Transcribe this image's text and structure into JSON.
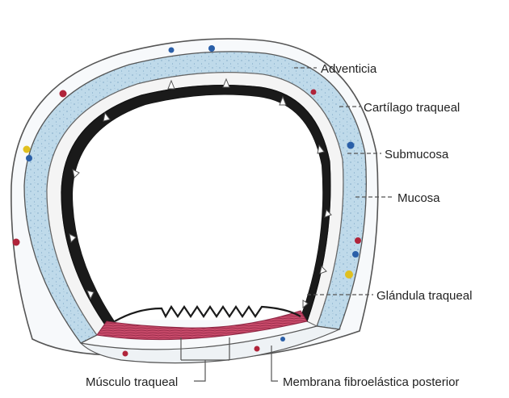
{
  "labels": {
    "adventicia": "Adventicia",
    "cartilago": "Cartílago traqueal",
    "submucosa": "Submucosa",
    "mucosa": "Mucosa",
    "glandula": "Glándula traqueal",
    "musculo": "Músculo traqueal",
    "membrana": "Membrana fibroelástica posterior"
  },
  "colors": {
    "cartilage_blue": "#bfdaea",
    "muscle_red": "#c94a6a",
    "mucosa_black": "#1a1a1a",
    "outline": "#555555",
    "vessel_red": "#b0243a",
    "vessel_blue": "#2a5fa8",
    "vessel_yellow": "#e0c020"
  }
}
